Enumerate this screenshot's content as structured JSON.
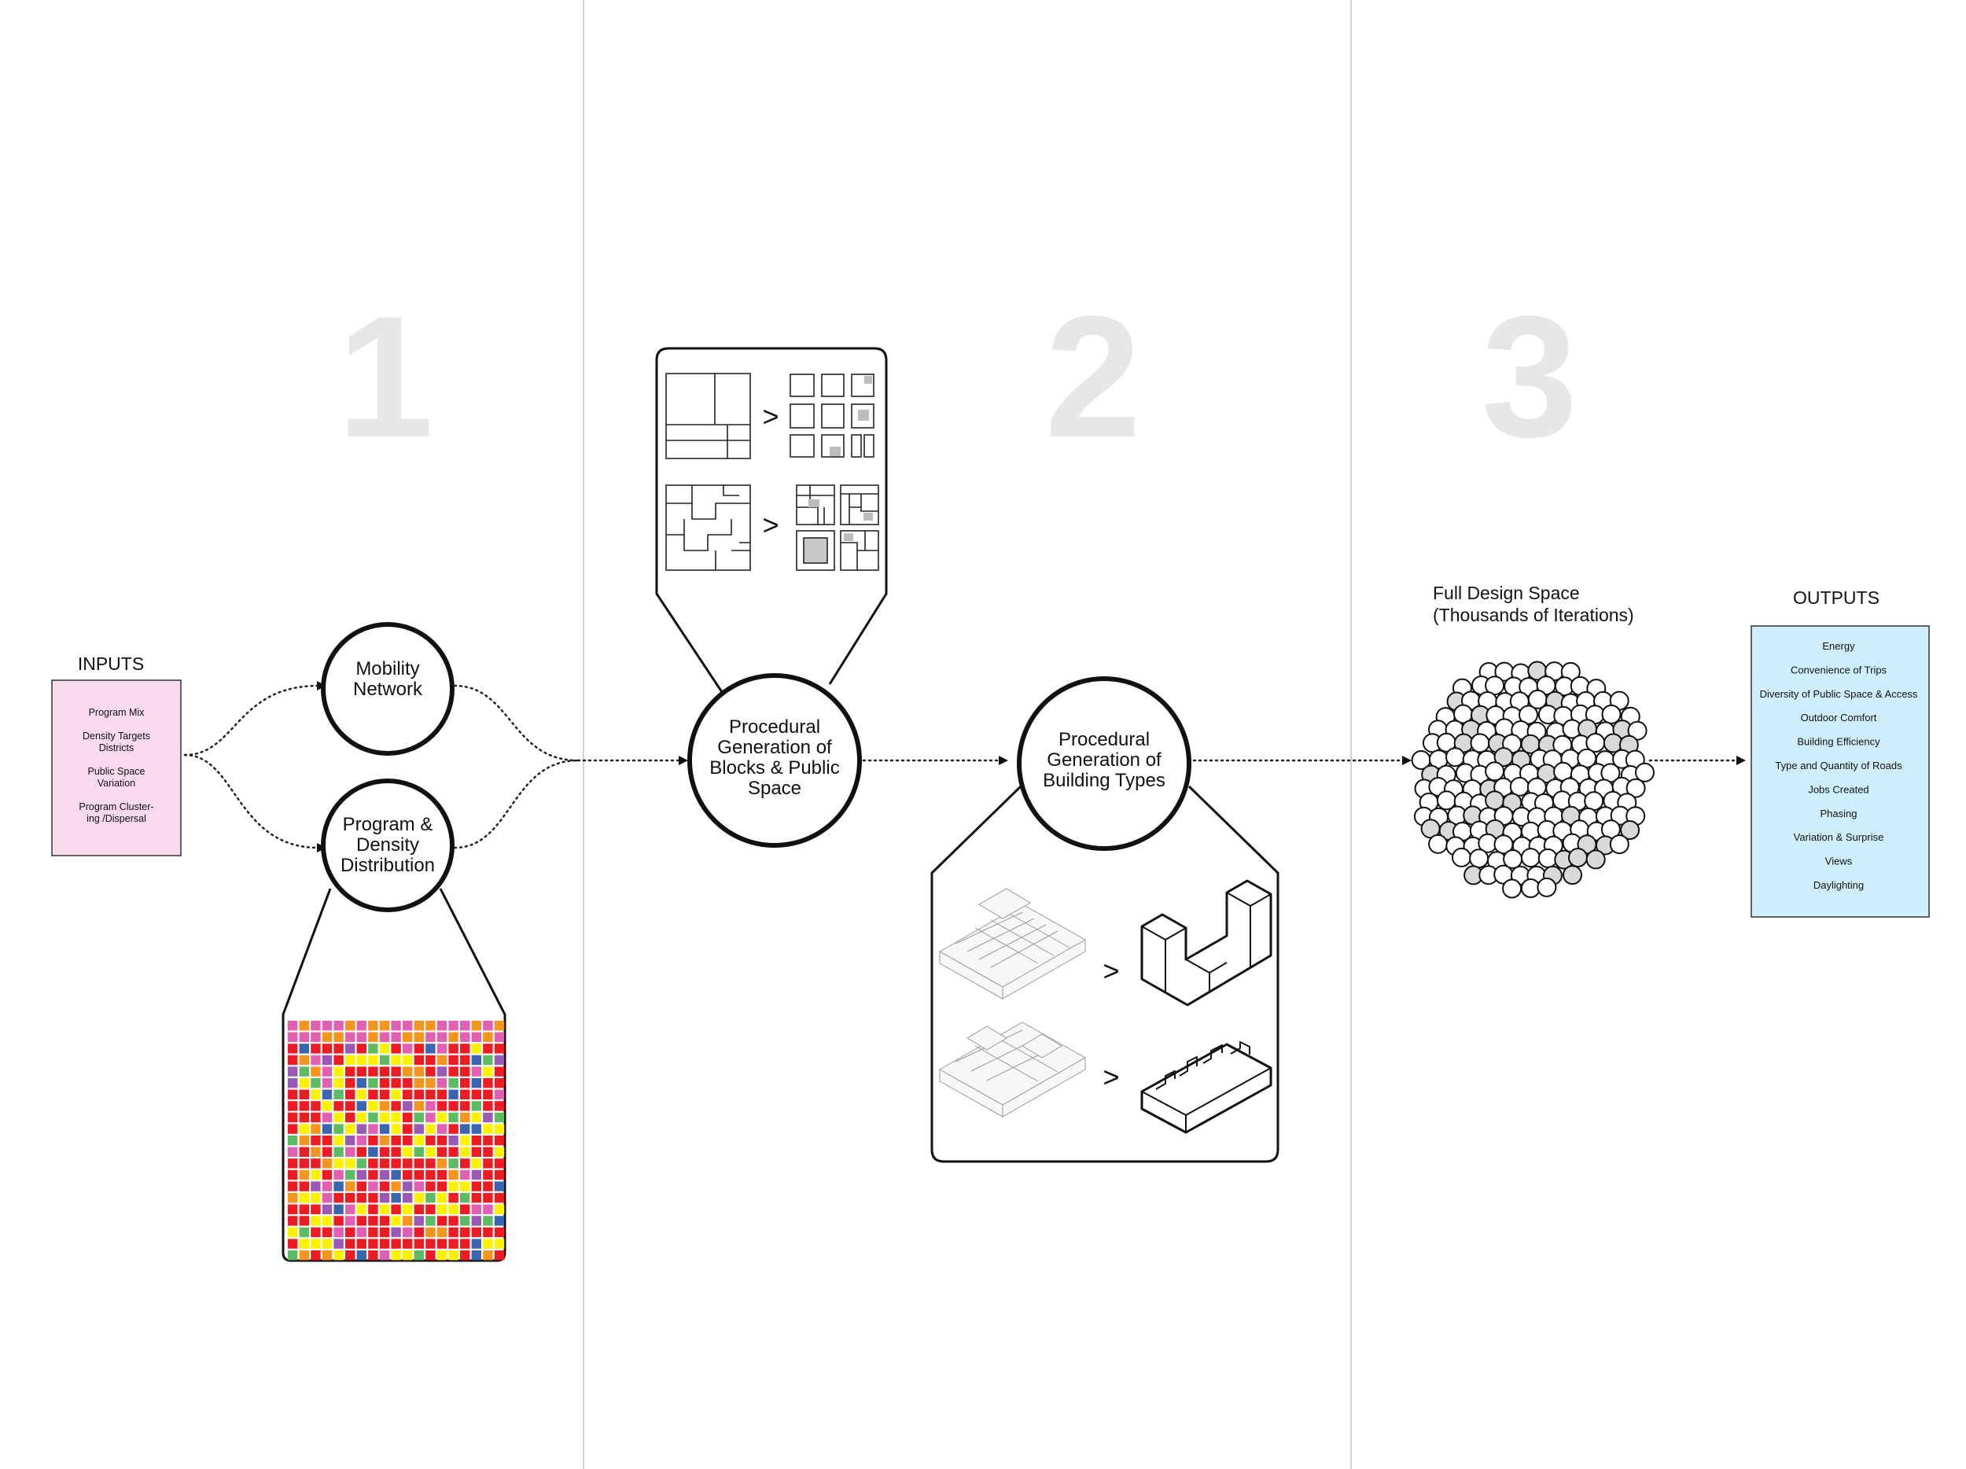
{
  "stage_numbers": [
    "1",
    "2",
    "3"
  ],
  "inputs": {
    "heading": "INPUTS",
    "items": [
      [
        "Program Mix"
      ],
      [
        "Density Targets",
        "Districts"
      ],
      [
        "Public Space",
        "Variation"
      ],
      [
        "Program Cluster-",
        "ing /Dispersal"
      ]
    ]
  },
  "nodes": {
    "mobility": [
      "Mobility",
      "Network"
    ],
    "program_density": [
      "Program &",
      "Density",
      "Distribution"
    ],
    "blocks": [
      "Procedural",
      "Generation of",
      "Blocks & Public",
      "Space"
    ],
    "buildings": [
      "Procedural",
      "Generation of",
      "Building Types"
    ]
  },
  "design_space": {
    "label": [
      "Full Design Space",
      "(Thousands of Iterations)"
    ]
  },
  "outputs": {
    "heading": "OUTPUTS",
    "items": [
      "Energy",
      "Convenience of Trips",
      "Diversity of Public Space & Access",
      "Outdoor Comfort",
      "Building Efficiency",
      "Type and Quantity of Roads",
      "Jobs Created",
      "Phasing",
      "Variation & Surprise",
      "Views",
      "Daylighting"
    ]
  },
  "colors": {
    "inputs_fill": "#f9d9ec",
    "outputs_fill": "#cdeefa",
    "grid_red": "#ed1c24",
    "grid_yellow": "#fff200",
    "grid_pink": "#e25fb1",
    "grid_orange": "#f7941d",
    "grid_blue": "#3a66b0",
    "grid_green": "#5dbb63",
    "grid_purple": "#9b59b6",
    "cloud_grey": "#d9d9d9"
  },
  "icons": {
    "arrow": "filled-triangle-arrowhead",
    "transform": "greater-than-sign"
  },
  "transform_symbol": ">"
}
